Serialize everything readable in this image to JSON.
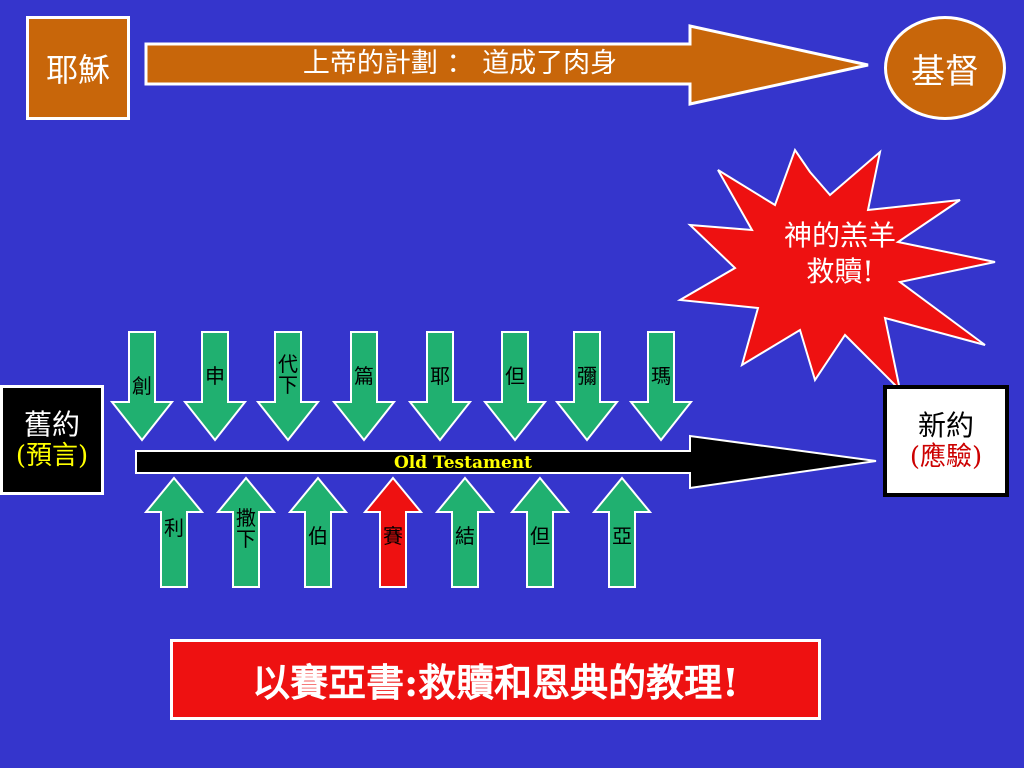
{
  "colors": {
    "background": "#3535cc",
    "orange": "#c8660a",
    "green": "#20b070",
    "red": "#ee1111",
    "white": "#ffffff",
    "black": "#000000",
    "yellow": "#ffff00",
    "dark_red": "#cc0000"
  },
  "top": {
    "jesus_label": "耶穌",
    "plan_text": "上帝的計劃 ： 道成了肉身",
    "christ_label": "基督"
  },
  "starburst": {
    "line1": "神的羔羊",
    "line2": "救贖!"
  },
  "old_testament": {
    "line1": "舊約",
    "line2": "(預言)"
  },
  "new_testament": {
    "line1": "新約",
    "line2": "(應驗)"
  },
  "timeline": {
    "label": "Old Testament"
  },
  "books_down": [
    {
      "label": "創"
    },
    {
      "label": "申"
    },
    {
      "label": "代下"
    },
    {
      "label": "篇"
    },
    {
      "label": "耶"
    },
    {
      "label": "但"
    },
    {
      "label": "彌"
    },
    {
      "label": "瑪"
    }
  ],
  "books_up": [
    {
      "label": "利",
      "highlight": false
    },
    {
      "label": "撒下",
      "highlight": false
    },
    {
      "label": "伯",
      "highlight": false
    },
    {
      "label": "賽",
      "highlight": true
    },
    {
      "label": "結",
      "highlight": false
    },
    {
      "label": "但",
      "highlight": false
    },
    {
      "label": "亞",
      "highlight": false
    }
  ],
  "bottom_banner": {
    "text": "以賽亞書:救贖和恩典的教理!"
  }
}
